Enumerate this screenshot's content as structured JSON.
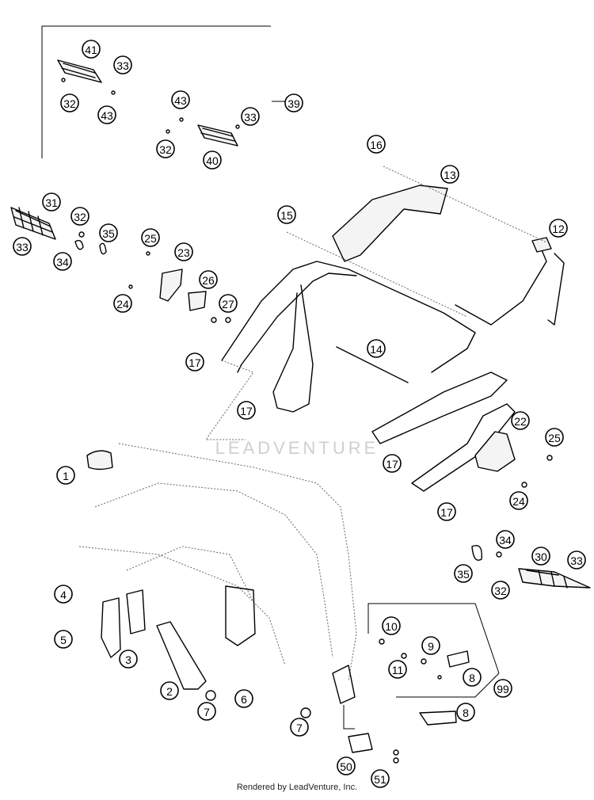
{
  "watermark": "LEADVENTURE",
  "footer": "Rendered by LeadVenture, Inc.",
  "callouts": [
    "41",
    "33",
    "32",
    "43",
    "43",
    "33",
    "39",
    "32",
    "40",
    "16",
    "13",
    "31",
    "32",
    "35",
    "33",
    "34",
    "15",
    "12",
    "25",
    "23",
    "24",
    "26",
    "27",
    "17",
    "14",
    "17",
    "22",
    "25",
    "17",
    "1",
    "24",
    "17",
    "34",
    "30",
    "33",
    "35",
    "32",
    "4",
    "10",
    "9",
    "5",
    "11",
    "8",
    "3",
    "99",
    "2",
    "6",
    "7",
    "8",
    "7",
    "50",
    "51"
  ]
}
